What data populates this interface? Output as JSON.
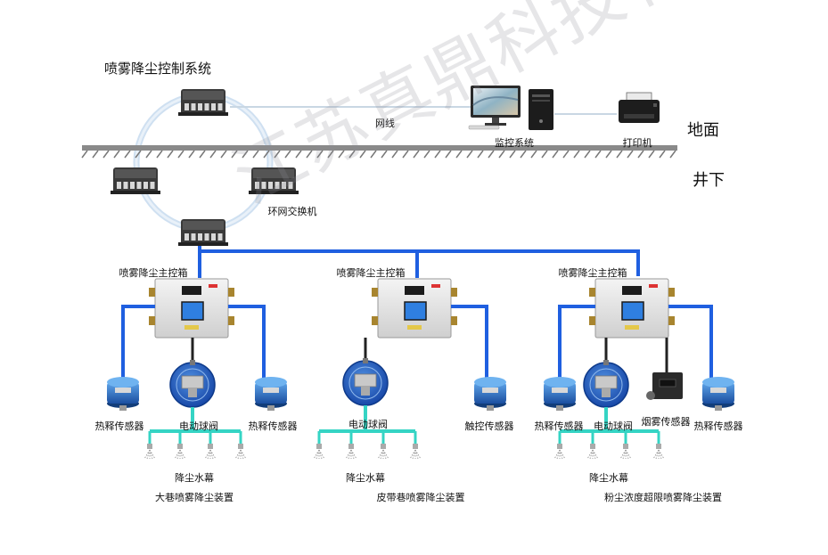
{
  "title": "喷雾降尘控制系统",
  "network_label": "网线",
  "monitor_label": "监控系统",
  "printer_label": "打印机",
  "ground_label": "地面",
  "underground_label": "井下",
  "ring_switch_label": "环网交换机",
  "watermark": "江苏真鼎科技有限公司",
  "colors": {
    "blue_line": "#1f5fe0",
    "cyan_pipe": "#35d4c4",
    "ground": "#7a7a7a"
  },
  "units": [
    {
      "box_label": "喷雾降尘主控箱",
      "sensor_labels": [
        "热释传感器",
        "电动球阀",
        "热释传感器"
      ],
      "curtain_label": "降尘水幕",
      "device_label": "大巷喷雾降尘装置"
    },
    {
      "box_label": "喷雾降尘主控箱",
      "sensor_labels": [
        "电动球阀",
        "触控传感器"
      ],
      "curtain_label": "降尘水幕",
      "device_label": "皮带巷喷雾降尘装置"
    },
    {
      "box_label": "喷雾降尘主控箱",
      "sensor_labels": [
        "热释传感器",
        "电动球阀",
        "烟雾传感器",
        "热释传感器"
      ],
      "curtain_label": "降尘水幕",
      "device_label": "粉尘浓度超限喷雾降尘装置"
    }
  ]
}
